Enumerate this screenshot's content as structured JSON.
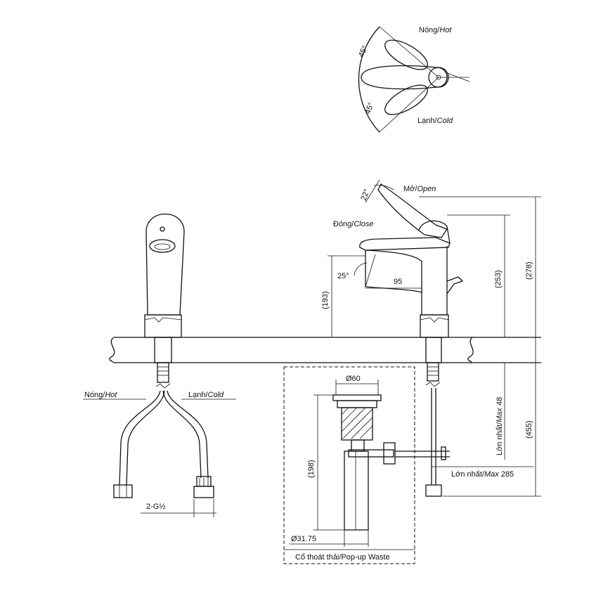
{
  "handle_top_view": {
    "hot": {
      "label": "Nóng/",
      "label_it": "Hot"
    },
    "cold": {
      "label": "Lạnh/",
      "label_it": "Cold"
    },
    "angle_up": "45°",
    "angle_down": "45°"
  },
  "side_view": {
    "open": {
      "label": "Mở/",
      "label_it": "Open"
    },
    "close": {
      "label": "Đóng/",
      "label_it": "Close"
    },
    "angle_open": "22°",
    "angle_spout": "25°",
    "spout_reach": "95",
    "height_spout": "(193)",
    "height_253": "(253)",
    "height_278": "(278)",
    "height_455": "(455)",
    "max48": {
      "label": "Lớn nhất/",
      "label_it": "Max",
      "value": " 48"
    },
    "max285": {
      "label": "Lớn nhất/",
      "label_it": "Max",
      "value": " 285"
    }
  },
  "front_view": {
    "hot": {
      "label": "Nóng/",
      "label_it": "Hot"
    },
    "cold": {
      "label": "Lạnh/",
      "label_it": "Cold"
    },
    "thread": "2-G½"
  },
  "waste": {
    "dia_top": "Ø60",
    "height": "(198)",
    "dia_bottom": "Ø31.75",
    "caption": "Cổ thoát thải/Pop-up Waste"
  }
}
